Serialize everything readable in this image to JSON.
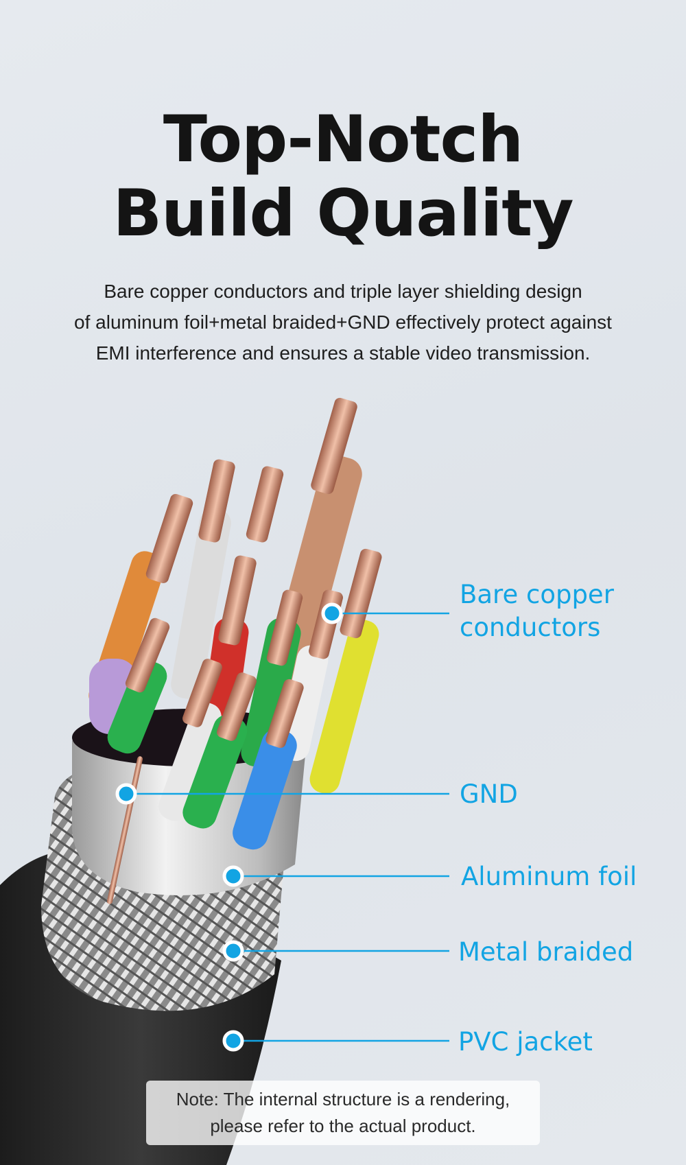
{
  "title": {
    "line1": "Top-Notch",
    "line2": "Build Quality"
  },
  "description": {
    "line1": "Bare copper conductors and triple layer shielding design",
    "line2": "of aluminum foil+metal braided+GND effectively protect against",
    "line3": "EMI interference and ensures a stable video transmission."
  },
  "labels": {
    "bare_copper_1": "Bare copper",
    "bare_copper_2": "conductors",
    "gnd": "GND",
    "aluminum_foil": "Aluminum foil",
    "metal_braided": "Metal braided",
    "pvc_jacket": "PVC jacket"
  },
  "note": {
    "line1": "Note: The internal structure is a rendering,",
    "line2": "please refer to the actual product."
  },
  "colors": {
    "accent": "#12a4e3"
  }
}
